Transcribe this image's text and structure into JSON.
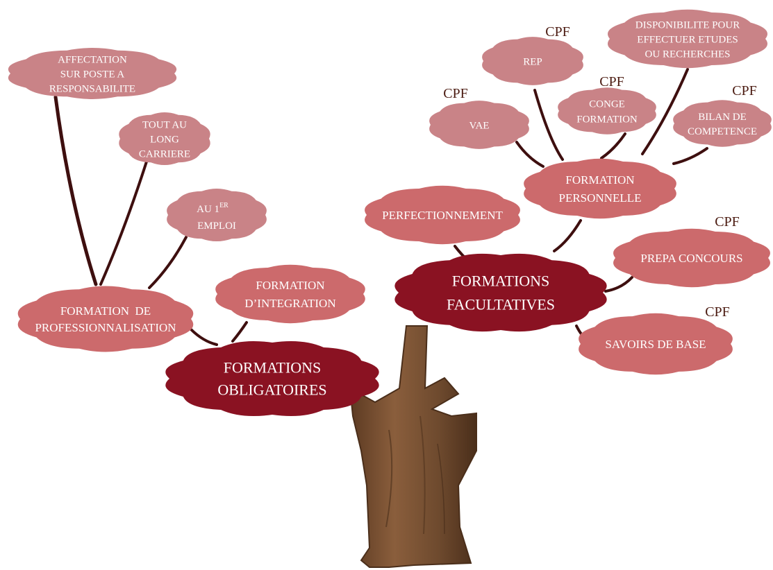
{
  "colors": {
    "light_cloud": "#c98387",
    "mid_cloud": "#cc6a6c",
    "dark_cloud": "#8a1222",
    "branch": "#3e0f0f",
    "trunk": "#7a5034",
    "cpf_text": "#4a1a10"
  },
  "diagram": {
    "obligatoires": {
      "title": [
        "FORMATIONS",
        "OBLIGATOIRES"
      ],
      "professionnalisation": [
        "FORMATION  DE",
        "PROFESSIONNALISATION"
      ],
      "integration": [
        "FORMATION",
        "D’INTEGRATION"
      ],
      "affectation": [
        "AFFECTATION",
        "SUR POSTE A",
        "RESPONSABILITE"
      ],
      "carriere": [
        "TOUT AU",
        "LONG",
        "CARRIERE"
      ],
      "premier_emploi": [
        "AU 1",
        "ER",
        "EMPLOI"
      ]
    },
    "facultatives": {
      "title": [
        "FORMATIONS",
        "FACULTATIVES"
      ],
      "perfectionnement": "PERFECTIONNEMENT",
      "personnelle": [
        "FORMATION",
        "PERSONNELLE"
      ],
      "vae": "VAE",
      "rep": "REP",
      "conge": [
        "CONGE",
        "FORMATION"
      ],
      "disponibilite": [
        "DISPONIBILITE POUR",
        "EFFECTUER ETUDES",
        "OU RECHERCHES"
      ],
      "bilan": [
        "BILAN DE",
        "COMPETENCE"
      ],
      "prepa": "PREPA CONCOURS",
      "savoirs": "SAVOIRS DE BASE"
    },
    "cpf_label": "CPF"
  }
}
